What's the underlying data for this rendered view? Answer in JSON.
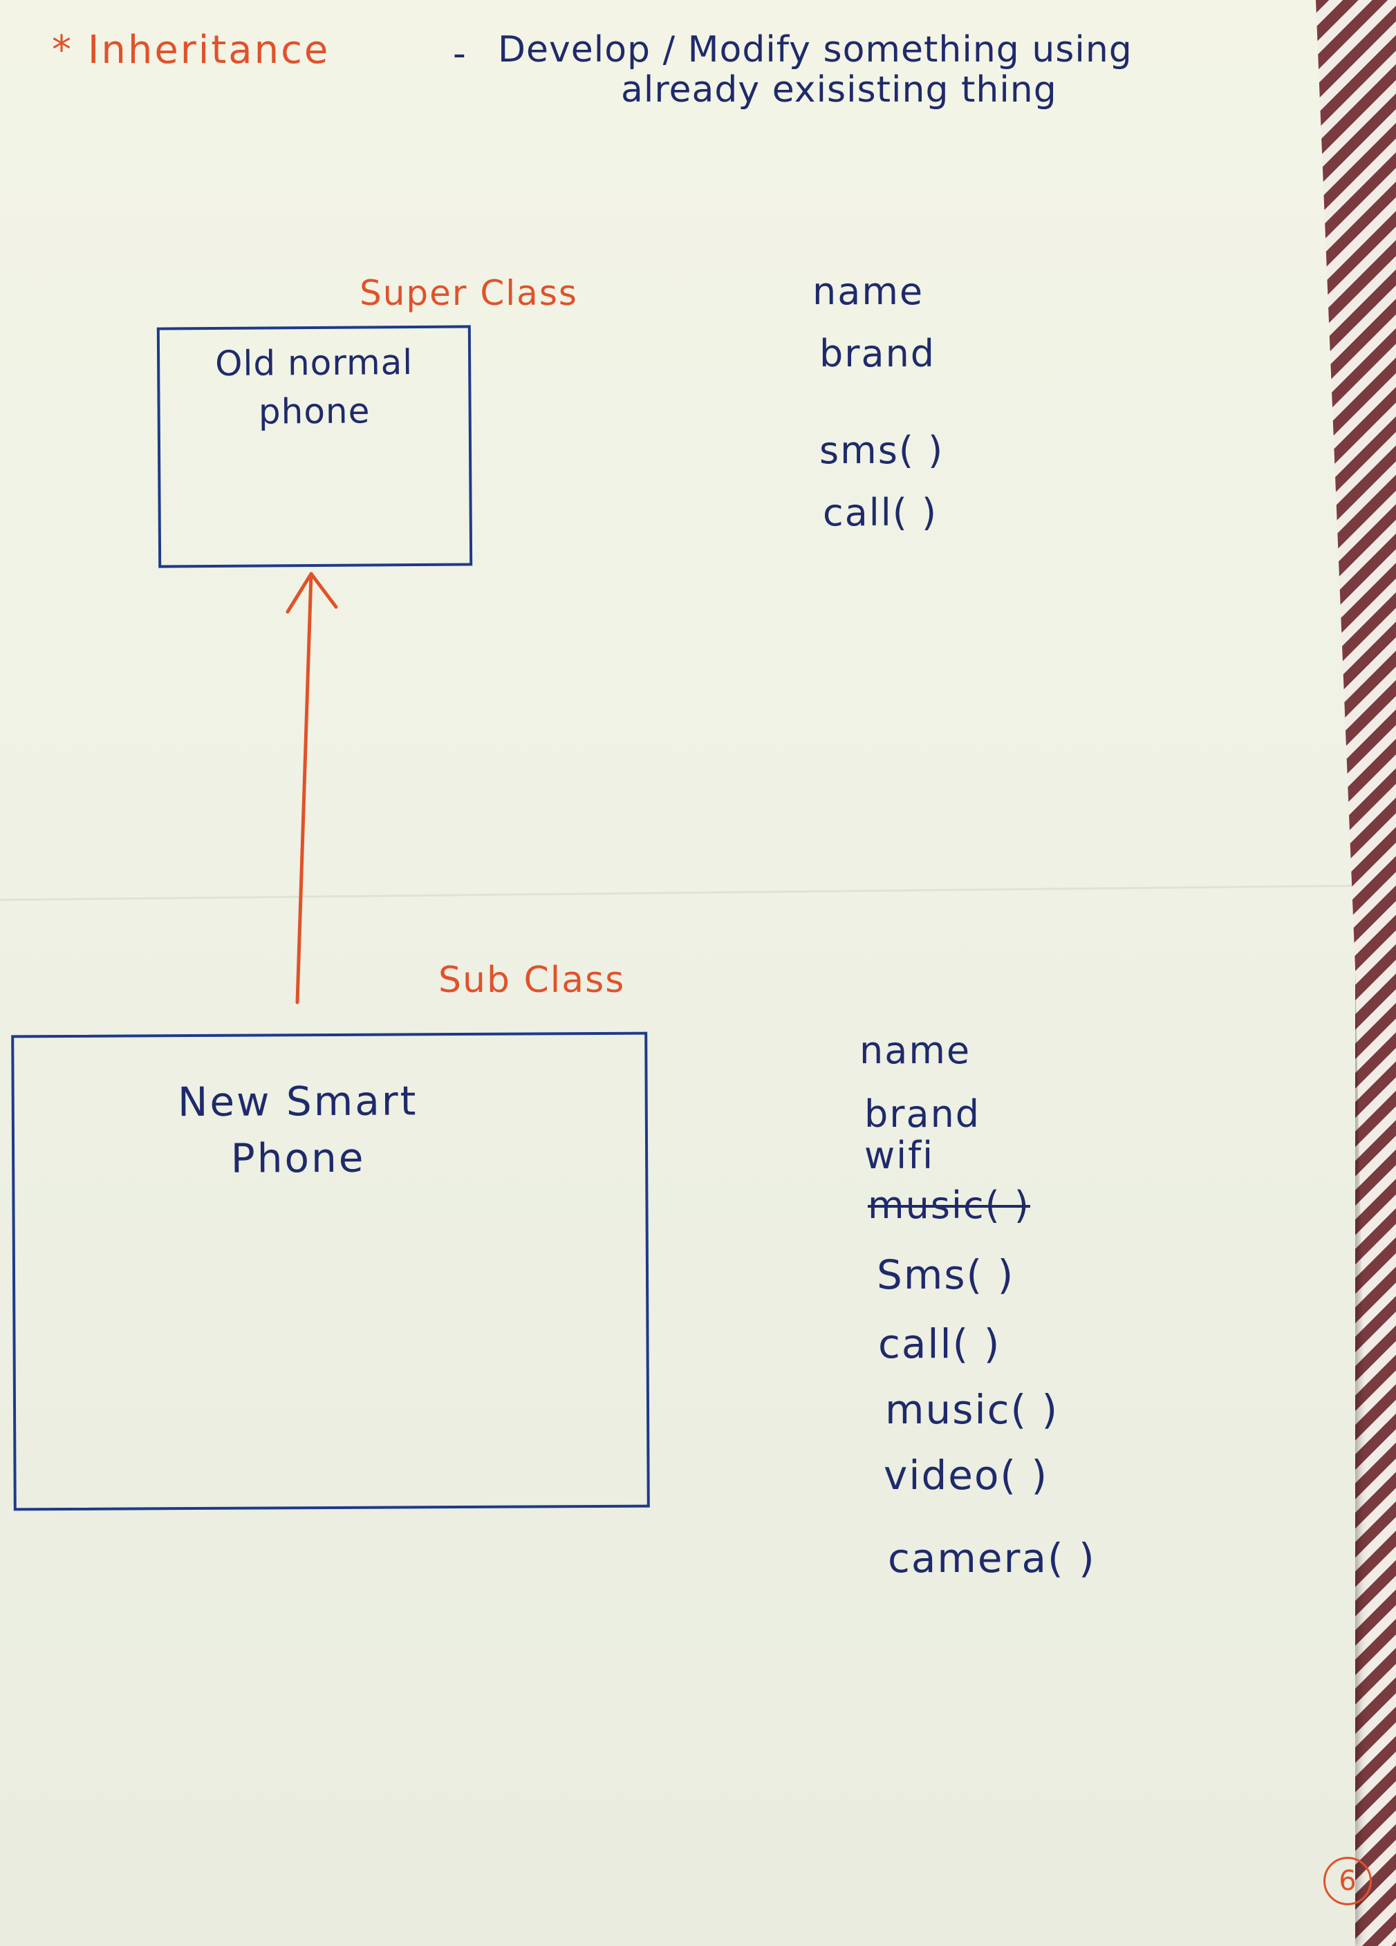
{
  "title": {
    "bullet": "*",
    "heading": "Inheritance",
    "dash": "-",
    "description_line1": "Develop / Modify something using",
    "description_line2": "already exisisting thing"
  },
  "super_class": {
    "label": "Super Class",
    "box_line1": "Old normal",
    "box_line2": "phone",
    "members": [
      "name",
      "brand",
      "sms( )",
      "call( )"
    ]
  },
  "sub_class": {
    "label": "Sub Class",
    "box_line1": "New Smart",
    "box_line2": "Phone",
    "members": [
      "name",
      "brand",
      "wifi",
      "music( )",
      "Sms( )",
      "call( )",
      "music( )",
      "video( )",
      "camera( )"
    ],
    "struck_out_member": "music( )"
  },
  "arrow": {
    "from": "Sub Class",
    "to": "Super Class",
    "color": "#e0522a"
  },
  "colors": {
    "ink_blue": "#1f2a6b",
    "ink_orange": "#e0522a",
    "box_border": "#1f3a8a",
    "paper": "#f3f4e6"
  },
  "page_number": "6"
}
